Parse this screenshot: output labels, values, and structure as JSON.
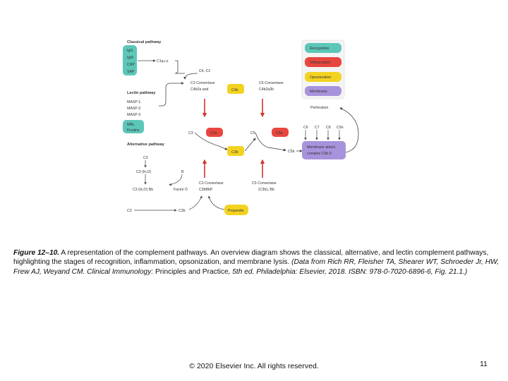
{
  "diagram": {
    "classical": {
      "header": "Classical pathway",
      "activators": [
        "IgG",
        "IgM",
        "CRP",
        "SAP"
      ],
      "c1": "C1q,r,s",
      "c4c2": "C4, C2",
      "convertase_left": [
        "C3 Convertase",
        "C4b2a and"
      ],
      "c4b_box": "C4b",
      "convertase_right": [
        "C5 Convertase",
        "C4b2a3b"
      ]
    },
    "lectin": {
      "header": "Lectin pathway",
      "items": [
        "MASP-1",
        "MASP-2",
        "MASP-3"
      ],
      "box": [
        "MBL",
        "Ficolins"
      ]
    },
    "alternative": {
      "header": "Alternative pathway",
      "c3": "C3",
      "hydrolysis": "C3 (H₂O)",
      "b": "B",
      "c3h2obb": "C3 (H₂O) Bb",
      "factor_d": "Factor D",
      "c3bbbp": "C3bBbP",
      "conv_left": "C3 Convertase",
      "conv_right": "C5 Convertase",
      "c3b2bb": "(C3b)₂ Bb",
      "c3_bottom": "C3",
      "c3b_bottom": "C3b",
      "properdin": "Properdin"
    },
    "center": {
      "c3_left": "C3",
      "c3a": "C3a",
      "c5_left": "C5",
      "c5a": "C5a",
      "c3b": "C3b",
      "c5b": "C5b"
    },
    "mac": {
      "perforation": "Perforation",
      "components": [
        "C6",
        "C7",
        "C8",
        "C9n"
      ],
      "box": [
        "Membrane attack",
        "complex C5b-9"
      ]
    },
    "legend": [
      {
        "label": "Recognition",
        "color": "#5cc7b8"
      },
      {
        "label": "Inflammation",
        "color": "#e8463f"
      },
      {
        "label": "Opsonization",
        "color": "#f3d321"
      },
      {
        "label": "Membrane",
        "color": "#a793dc"
      }
    ]
  },
  "caption": {
    "fig_label": "Figure 12–10.",
    "text": " A representation of the complement pathways. An overview diagram shows the classical, alternative, and lectin complement pathways, highlighting the stages of recognition, inflammation, opsonization, and membrane lysis. ",
    "source_italic": "(Data from Rich RR, Fleisher TA, Shearer WT, Schroeder Jr, HW, Frew AJ, Weyand CM. Clinical Immunology:",
    "source_plain": " Principles and Practice",
    "source_end": ", 5th ed. Philadelphia: Elsevier, 2018. ISBN: 978-0-7020-6896-6, Fig. 21.1.)"
  },
  "footer": "© 2020 Elsevier Inc. All rights reserved.",
  "page_number": "11"
}
